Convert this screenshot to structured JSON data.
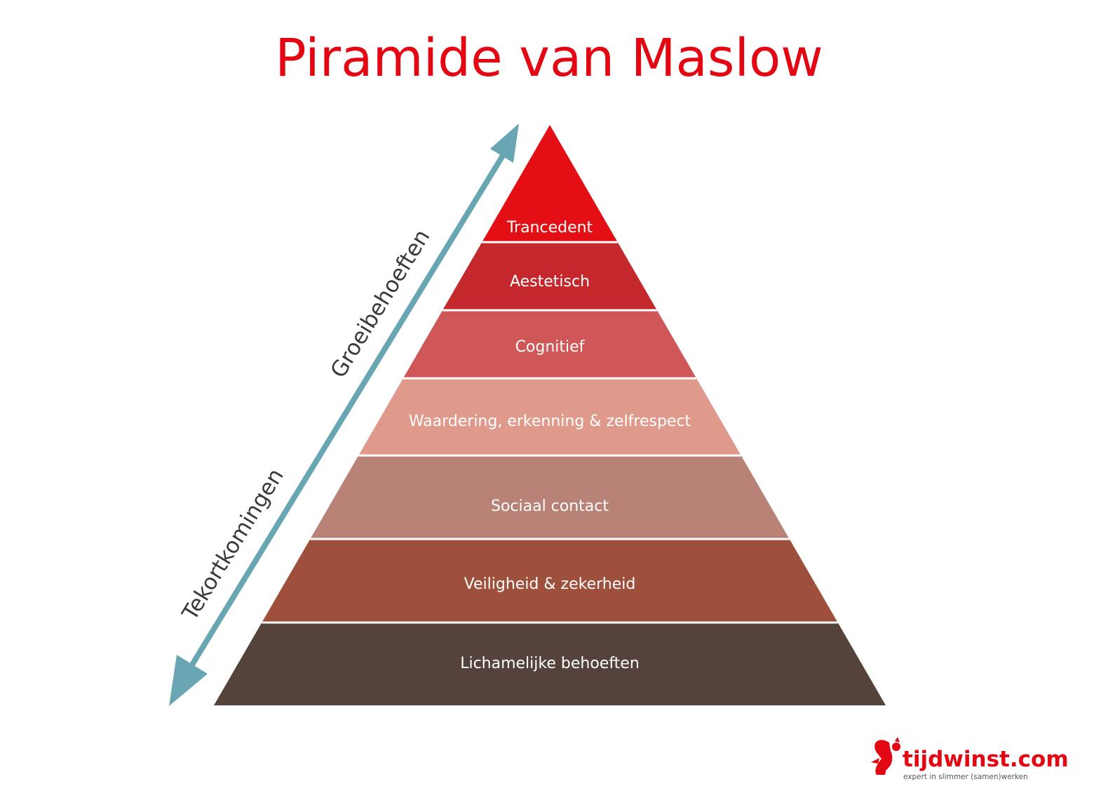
{
  "title": "Piramide van Maslow",
  "colors": {
    "title": "#e30613",
    "arrow": "#67a6b2",
    "separator": "#ffffff",
    "brand": "#e30613"
  },
  "pyramid": {
    "layers": [
      {
        "label": "Trancedent",
        "color": "#e30f14"
      },
      {
        "label": "Aestetisch",
        "color": "#c4282d"
      },
      {
        "label": "Cognitief",
        "color": "#d05757"
      },
      {
        "label": "Waardering, erkenning & zelfrespect",
        "color": "#df9a8c"
      },
      {
        "label": "Sociaal contact",
        "color": "#b98276"
      },
      {
        "label": "Veiligheid & zekerheid",
        "color": "#9e503c"
      },
      {
        "label": "Lichamelijke behoeften",
        "color": "#55433b"
      }
    ]
  },
  "axis": {
    "upper_label": "Groeibehoeften",
    "lower_label": "Tekortkomingen"
  },
  "brand": {
    "name": "tijdwinst.com",
    "tagline": "expert in slimmer (samen)werken",
    "logo_icon": "squirrel-icon"
  }
}
